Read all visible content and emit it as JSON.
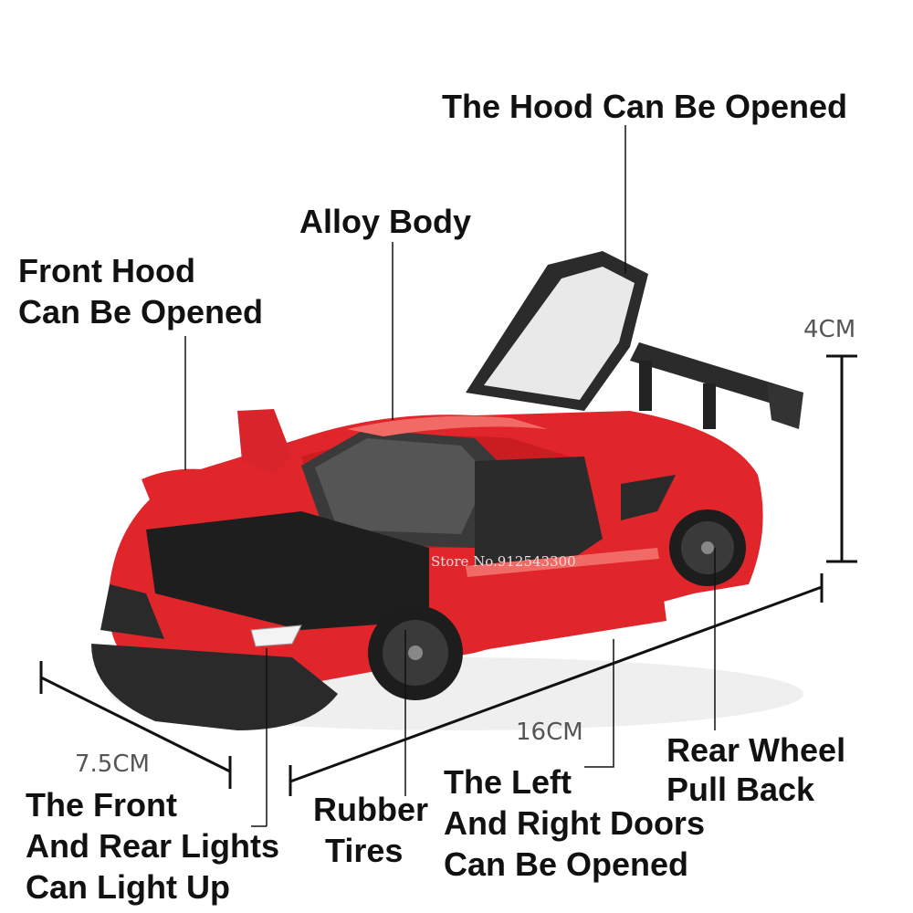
{
  "labels": {
    "hood_opened": "The Hood Can Be Opened",
    "alloy_body": "Alloy Body",
    "front_hood_line1": "Front Hood",
    "front_hood_line2": "Can Be Opened",
    "lights_line1": "The Front",
    "lights_line2": "And Rear Lights",
    "lights_line3": "Can Light Up",
    "rubber_line1": "Rubber",
    "rubber_line2": "Tires",
    "doors_line1": "The Left",
    "doors_line2": "And Right Doors",
    "doors_line3": "Can Be Opened",
    "rear_wheel_line1": "Rear Wheel",
    "rear_wheel_line2": "Pull Back"
  },
  "dimensions": {
    "height": "4CM",
    "length": "16CM",
    "width": "7.5CM"
  },
  "watermark": "Store No.912543300",
  "colors": {
    "body": "#e0262a",
    "body_shadow": "#a8161b",
    "body_highlight": "#f26a66",
    "carbon": "#2a2a2a",
    "annotation": "#111111"
  }
}
